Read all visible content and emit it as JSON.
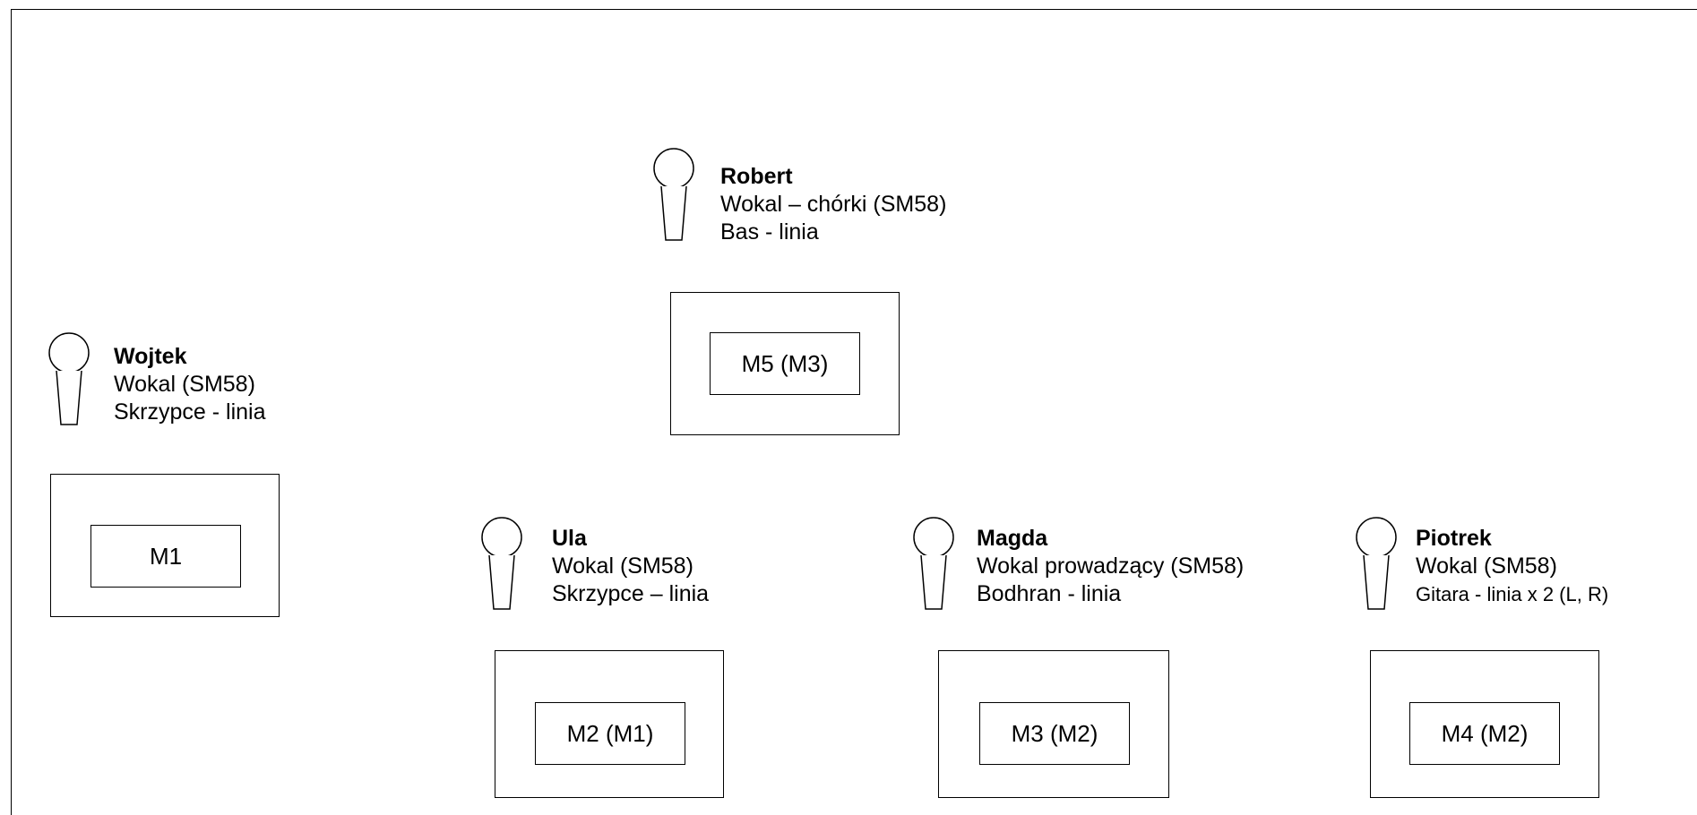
{
  "musicians": [
    {
      "name": "Robert",
      "line1": "Wokal – chórki (SM58)",
      "line2": "Bas - linia",
      "monitor": "M5 (M3)"
    },
    {
      "name": "Wojtek",
      "line1": "Wokal (SM58)",
      "line2": "Skrzypce - linia",
      "monitor": "M1"
    },
    {
      "name": "Ula",
      "line1": "Wokal (SM58)",
      "line2": "Skrzypce – linia",
      "monitor": "M2 (M1)"
    },
    {
      "name": "Magda",
      "line1": "Wokal prowadzący (SM58)",
      "line2": "Bodhran - linia",
      "monitor": "M3 (M2)"
    },
    {
      "name": "Piotrek",
      "line1": "Wokal (SM58)",
      "line2": "Gitara - linia x 2 (L, R)",
      "monitor": "M4 (M2)"
    }
  ]
}
